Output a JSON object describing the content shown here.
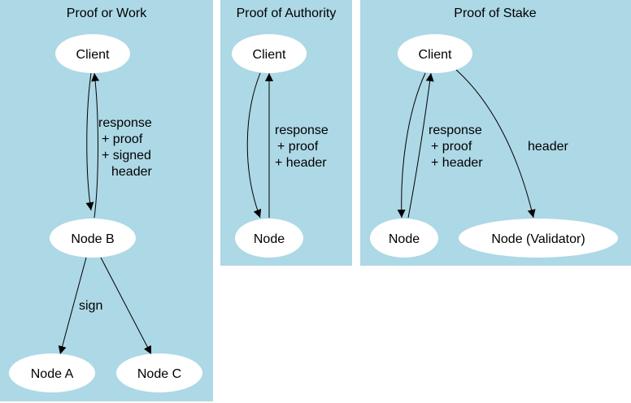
{
  "clusters": {
    "pow": {
      "title": "Proof or Work",
      "nodes": {
        "client": "Client",
        "node_b": "Node B",
        "node_a": "Node A",
        "node_c": "Node C"
      },
      "edge_labels": {
        "response": [
          "response",
          "+ proof",
          "+ signed",
          "header"
        ],
        "sign": "sign"
      }
    },
    "poa": {
      "title": "Proof of Authority",
      "nodes": {
        "client": "Client",
        "node": "Node"
      },
      "edge_labels": {
        "response": [
          "response",
          "+ proof",
          "+ header"
        ]
      }
    },
    "pos": {
      "title": "Proof of Stake",
      "nodes": {
        "client": "Client",
        "node": "Node",
        "validator": "Node (Validator)"
      },
      "edge_labels": {
        "response": [
          "response",
          "+ proof",
          "+ header"
        ],
        "header": "header"
      }
    }
  },
  "colors": {
    "cluster_fill": "#add8e6",
    "node_fill": "#ffffff",
    "edge": "#000000",
    "background": "#ffffff"
  }
}
